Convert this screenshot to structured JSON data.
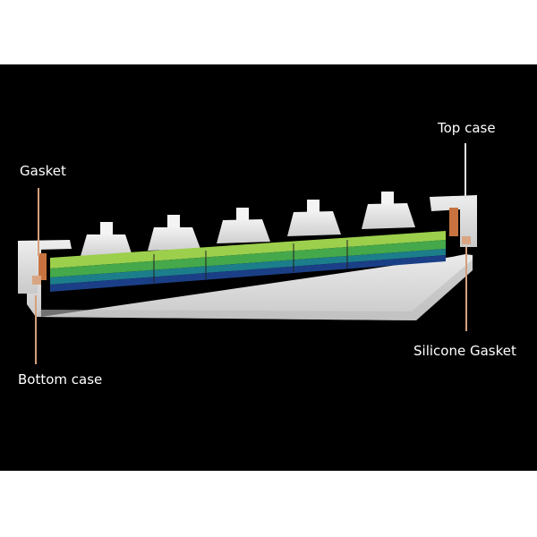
{
  "labels": {
    "gasket": "Gasket",
    "bottom_case": "Bottom case",
    "top_case": "Top case",
    "silicone_gasket": "Silicone Gasket"
  },
  "colors": {
    "background": "#000000",
    "border": "#ffffff",
    "case": "#e4e4e4",
    "case_shadow": "#bdbdbd",
    "gasket": "#c8733f",
    "pointer": "#d4a07c",
    "switch": "#e8e8e8",
    "plate_green": "#45a84a",
    "pcb_teal": "#1c7e8a",
    "pcb_blue": "#1b3f86"
  }
}
